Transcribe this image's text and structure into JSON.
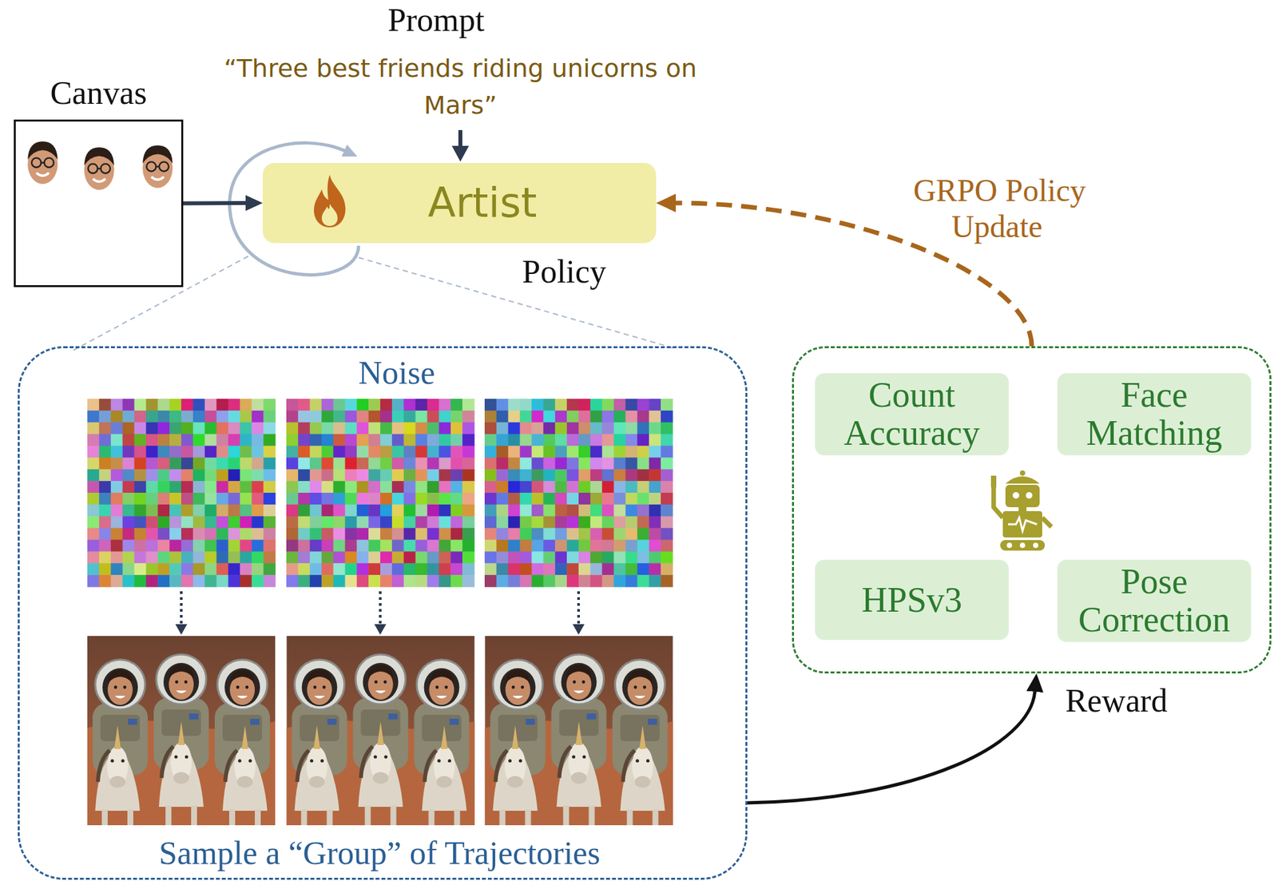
{
  "diagram": {
    "nodes": [
      {
        "text": [
          "Canvas"
        ]
      },
      {
        "text": [
          "Artist",
          "Policy"
        ]
      },
      {
        "text": [
          "Noise",
          "Sample a “Group” of Trajectories"
        ]
      },
      {
        "text": [
          "Reward"
        ]
      },
      {
        "text": [
          "Count Accuracy"
        ],
        "in": 3
      },
      {
        "text": [
          "Face Matching"
        ],
        "in": 3
      },
      {
        "text": [
          "HPSv3"
        ],
        "in": 3
      },
      {
        "text": [
          "Pose Correction"
        ],
        "in": 3
      }
    ],
    "edges": [
      {
        "from": 0,
        "to": 1,
        "arrow": "to"
      },
      {
        "from": 3,
        "to": 1,
        "label": "GRPO Policy Update",
        "arrow": "to"
      },
      {
        "from": 2,
        "to": 3,
        "arrow": "to"
      }
    ],
    "labels": [
      "Prompt",
      "“Three best friends riding unicorns on Mars”"
    ]
  }
}
